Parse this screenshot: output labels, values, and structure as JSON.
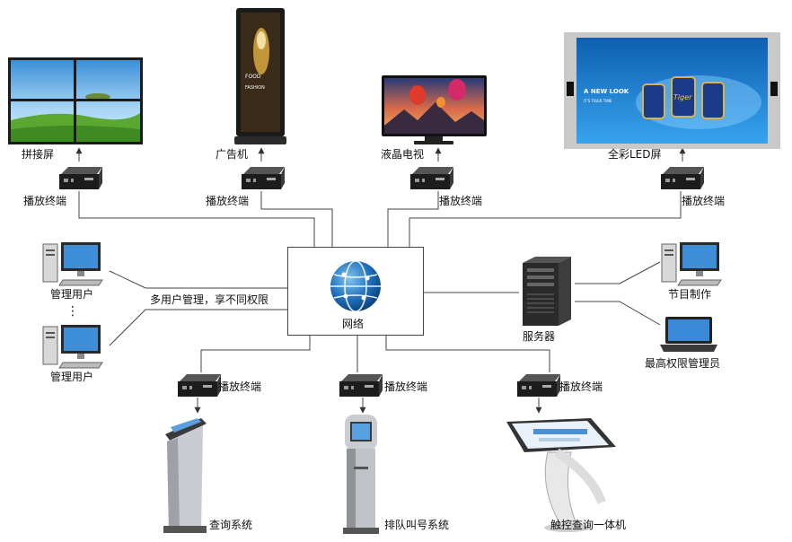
{
  "labels": {
    "video_wall": "拼接屏",
    "ad_machine": "广告机",
    "lcd_tv": "液晶电视",
    "led_screen": "全彩LED屏",
    "player_terminal": "播放终端",
    "network": "网络",
    "admin_user": "管理用户",
    "ellipsis": "⋮",
    "multi_user_note": "多用户管理，享不同权限",
    "server": "服务器",
    "program_production": "节目制作",
    "top_admin": "最高权限管理员",
    "query_system": "查询系统",
    "queue_system": "排队叫号系统",
    "touch_kiosk": "触控查询一体机"
  },
  "screen_texts": {
    "ad_food": "FOOD",
    "ad_fashion": "FASHION",
    "led_headline": "A NEW LOOK",
    "led_sub": "IT'S TIGER TIME",
    "led_brand": "Tiger"
  },
  "colors": {
    "line": "#444444",
    "sky": "#6fb3e6",
    "grass": "#4f9a2c",
    "globe": "#1f6fb8",
    "led_bg": "#1f86d6",
    "device_dark": "#2a2a2a",
    "kiosk_silver": "#c9ccd0"
  }
}
